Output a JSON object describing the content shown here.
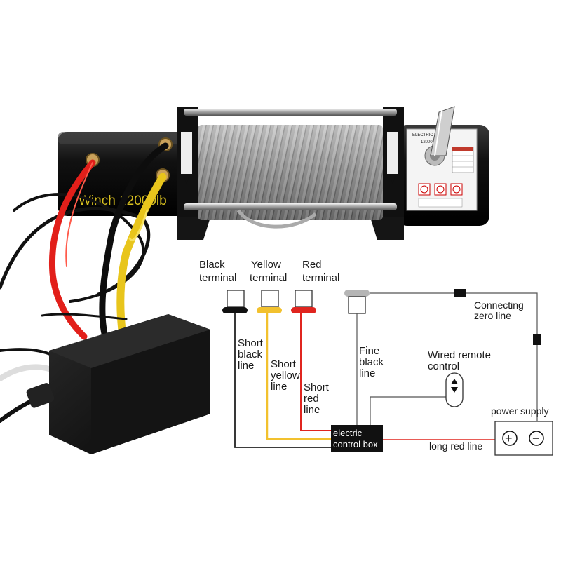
{
  "product": {
    "label_text": "Winch 12000lb",
    "plate_text": "ELECTRIC WINCH",
    "rating_text": "12000LBS CE"
  },
  "terminals": {
    "black": [
      "Black",
      "terminal"
    ],
    "yellow": [
      "Yellow",
      "terminal"
    ],
    "red": [
      "Red",
      "terminal"
    ]
  },
  "wires": {
    "short_black": [
      "Short",
      "black",
      "line"
    ],
    "short_yellow": [
      "Short",
      "yellow",
      "line"
    ],
    "short_red": [
      "Short",
      "red",
      "line"
    ],
    "fine_black": [
      "Fine",
      "black",
      "line"
    ],
    "connecting_zero": [
      "Connecting",
      "zero line"
    ],
    "long_red": "long red line"
  },
  "components": {
    "control_box": [
      "electric",
      "control box"
    ],
    "remote": [
      "Wired remote",
      "control"
    ],
    "power_supply": "power supply",
    "plus_symbol": "+",
    "minus_symbol": "−"
  },
  "colors": {
    "black_wire": "#222222",
    "yellow_wire": "#f2c12e",
    "red_wire": "#e0251f",
    "fine_wire": "#555555"
  }
}
